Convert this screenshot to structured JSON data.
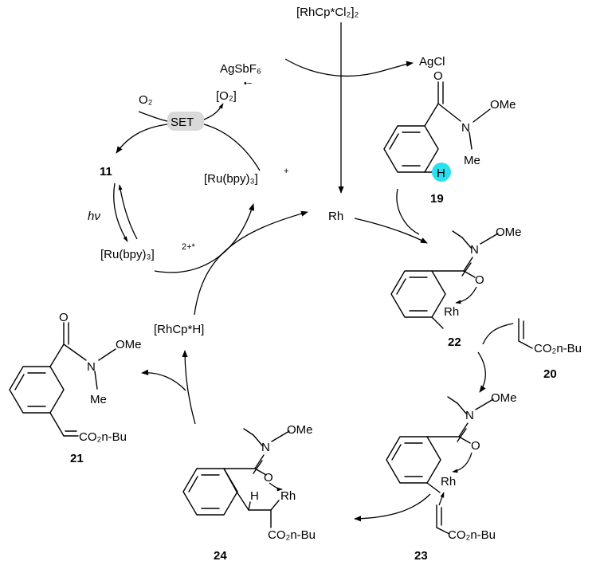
{
  "reagents": {
    "rh_dimer": "[RhCp*Cl₂]₂",
    "silver_salt": "AgSbF₆",
    "silver_chloride": "AgCl",
    "oxygen": "O₂",
    "superoxide": "[O₂]",
    "superoxide_charge": "•−",
    "set_label": "SET",
    "ru_plus": "[Ru(bpy)₃]",
    "ru_plus_charge": "+",
    "ru_excited": "[Ru(bpy)₃]",
    "ru_excited_charge": "2+*",
    "light": "hν",
    "rh_catalyst": "Rh",
    "rh_hydride": "[RhCp*H]"
  },
  "compounds": {
    "c11": "11",
    "c19": "19",
    "c20": "20",
    "c21": "21",
    "c22": "22",
    "c23": "23",
    "c24": "24"
  },
  "atoms": {
    "O": "O",
    "N": "N",
    "H": "H",
    "Rh": "Rh",
    "OMe": "OMe",
    "Me": "Me",
    "ester": "CO₂n-Bu"
  },
  "colors": {
    "set_badge": "#d9d9d9",
    "h_highlight": "#29e0f0"
  }
}
